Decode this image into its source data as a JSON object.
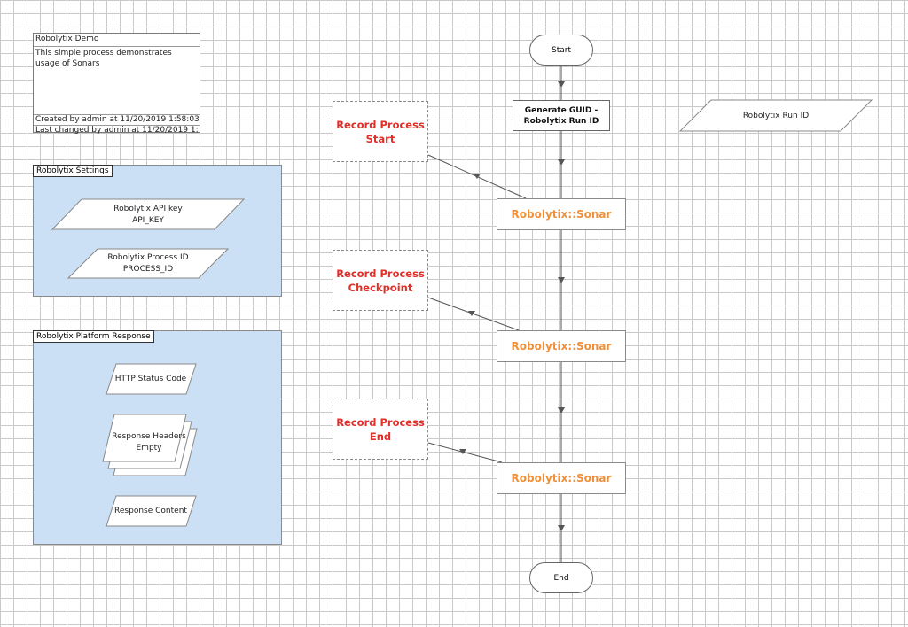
{
  "info": {
    "title": "Robolytix Demo",
    "description": "This simple process demonstrates usage of Sonars",
    "created": "Created by admin at 11/20/2019 1:58:03",
    "changed": "Last changed by admin at 11/20/2019 1:"
  },
  "settings_block": {
    "label": "Robolytix Settings",
    "items": [
      {
        "name": "Robolytix API key",
        "value": "API_KEY"
      },
      {
        "name": "Robolytix Process ID",
        "value": "PROCESS_ID"
      }
    ]
  },
  "response_block": {
    "label": "Robolytix Platform Response",
    "status_code": "HTTP Status Code",
    "headers_name": "Response Headers",
    "headers_value": "Empty",
    "content": "Response Content"
  },
  "flow": {
    "start": "Start",
    "end": "End",
    "generate_line1": "Generate GUID -",
    "generate_line2": "Robolytix Run ID",
    "sonar1": "Robolytix::Sonar",
    "sonar2": "Robolytix::Sonar",
    "sonar3": "Robolytix::Sonar",
    "run_id": "Robolytix Run ID"
  },
  "notes": {
    "start_line1": "Record Process",
    "start_line2": "Start",
    "checkpoint_line1": "Record Process",
    "checkpoint_line2": "Checkpoint",
    "end_line1": "Record Process",
    "end_line2": "End"
  },
  "colors": {
    "sonar": "#f0913a",
    "note_text": "#e0302a",
    "block_fill": "#cce0f5"
  }
}
